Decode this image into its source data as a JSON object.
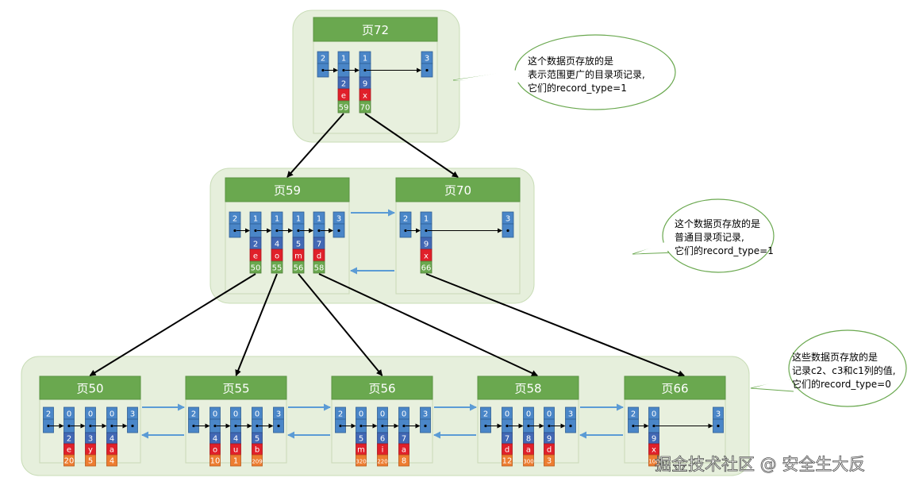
{
  "pages": {
    "p72": {
      "title": "页72"
    },
    "p59": {
      "title": "页59"
    },
    "p70": {
      "title": "页70"
    },
    "p50": {
      "title": "页50"
    },
    "p55": {
      "title": "页55"
    },
    "p56": {
      "title": "页56"
    },
    "p58": {
      "title": "页58"
    },
    "p66": {
      "title": "页66"
    }
  },
  "records": {
    "p72": [
      {
        "type": "2"
      },
      {
        "type": "1",
        "c2": "2",
        "c3": "e",
        "c1": "59"
      },
      {
        "type": "1",
        "c2": "9",
        "c3": "x",
        "c1": "70"
      },
      {
        "type": "3"
      }
    ],
    "p59": [
      {
        "type": "2"
      },
      {
        "type": "1",
        "c2": "2",
        "c3": "e",
        "c1": "50"
      },
      {
        "type": "1",
        "c2": "4",
        "c3": "o",
        "c1": "55"
      },
      {
        "type": "1",
        "c2": "5",
        "c3": "m",
        "c1": "56"
      },
      {
        "type": "1",
        "c2": "7",
        "c3": "d",
        "c1": "58"
      },
      {
        "type": "3"
      }
    ],
    "p70": [
      {
        "type": "2"
      },
      {
        "type": "1",
        "c2": "9",
        "c3": "x",
        "c1": "66"
      },
      {
        "type": "3"
      }
    ],
    "p50": [
      {
        "type": "2"
      },
      {
        "type": "0",
        "c2": "2",
        "c3": "e",
        "c1": "20"
      },
      {
        "type": "0",
        "c2": "3",
        "c3": "y",
        "c1": "5"
      },
      {
        "type": "0",
        "c2": "4",
        "c3": "a",
        "c1": "4"
      },
      {
        "type": "3"
      }
    ],
    "p55": [
      {
        "type": "2"
      },
      {
        "type": "0",
        "c2": "4",
        "c3": "o",
        "c1": "10"
      },
      {
        "type": "0",
        "c2": "4",
        "c3": "u",
        "c1": "1"
      },
      {
        "type": "0",
        "c2": "5",
        "c3": "b",
        "c1": "209"
      },
      {
        "type": "3"
      }
    ],
    "p56": [
      {
        "type": "2"
      },
      {
        "type": "0",
        "c2": "5",
        "c3": "m",
        "c1": "320"
      },
      {
        "type": "0",
        "c2": "6",
        "c3": "i",
        "c1": "220"
      },
      {
        "type": "0",
        "c2": "7",
        "c3": "a",
        "c1": "8"
      },
      {
        "type": "3"
      }
    ],
    "p58": [
      {
        "type": "2"
      },
      {
        "type": "0",
        "c2": "7",
        "c3": "d",
        "c1": "12"
      },
      {
        "type": "0",
        "c2": "8",
        "c3": "a",
        "c1": "300"
      },
      {
        "type": "0",
        "c2": "9",
        "c3": "d",
        "c1": "3"
      },
      {
        "type": "3"
      }
    ],
    "p66": [
      {
        "type": "2"
      },
      {
        "type": "0",
        "c2": "9",
        "c3": "x",
        "c1": "100"
      },
      {
        "type": "3"
      }
    ]
  },
  "callouts": {
    "top": {
      "lines": [
        "这个数据页存放的是",
        "表示范围更广的目录项记录,",
        "它们的record_type=1"
      ]
    },
    "middle": {
      "lines": [
        "这个数据页存放的是",
        "普通目录项记录,",
        "它们的record_type=1"
      ]
    },
    "bottom": {
      "lines": [
        "这些数据页存放的是",
        "记录c2、c3和c1列的值,",
        "它们的record_type=0"
      ]
    }
  },
  "watermark": {
    "text": "掘金技术社区 @ 安全生大反"
  },
  "colors": {
    "page_header": "#6aa84f",
    "level_bg": "#e6efdc",
    "page_bg": "#e8f0de",
    "type_box": "#4a86c8",
    "c2_box": "#4268b5",
    "c3_box": "#e0202a",
    "c1_dir": "#6aa84f",
    "c1_leaf": "#ed7d31",
    "arrow_blue": "#5b9bd5",
    "callout_border": "#6aa84f"
  }
}
